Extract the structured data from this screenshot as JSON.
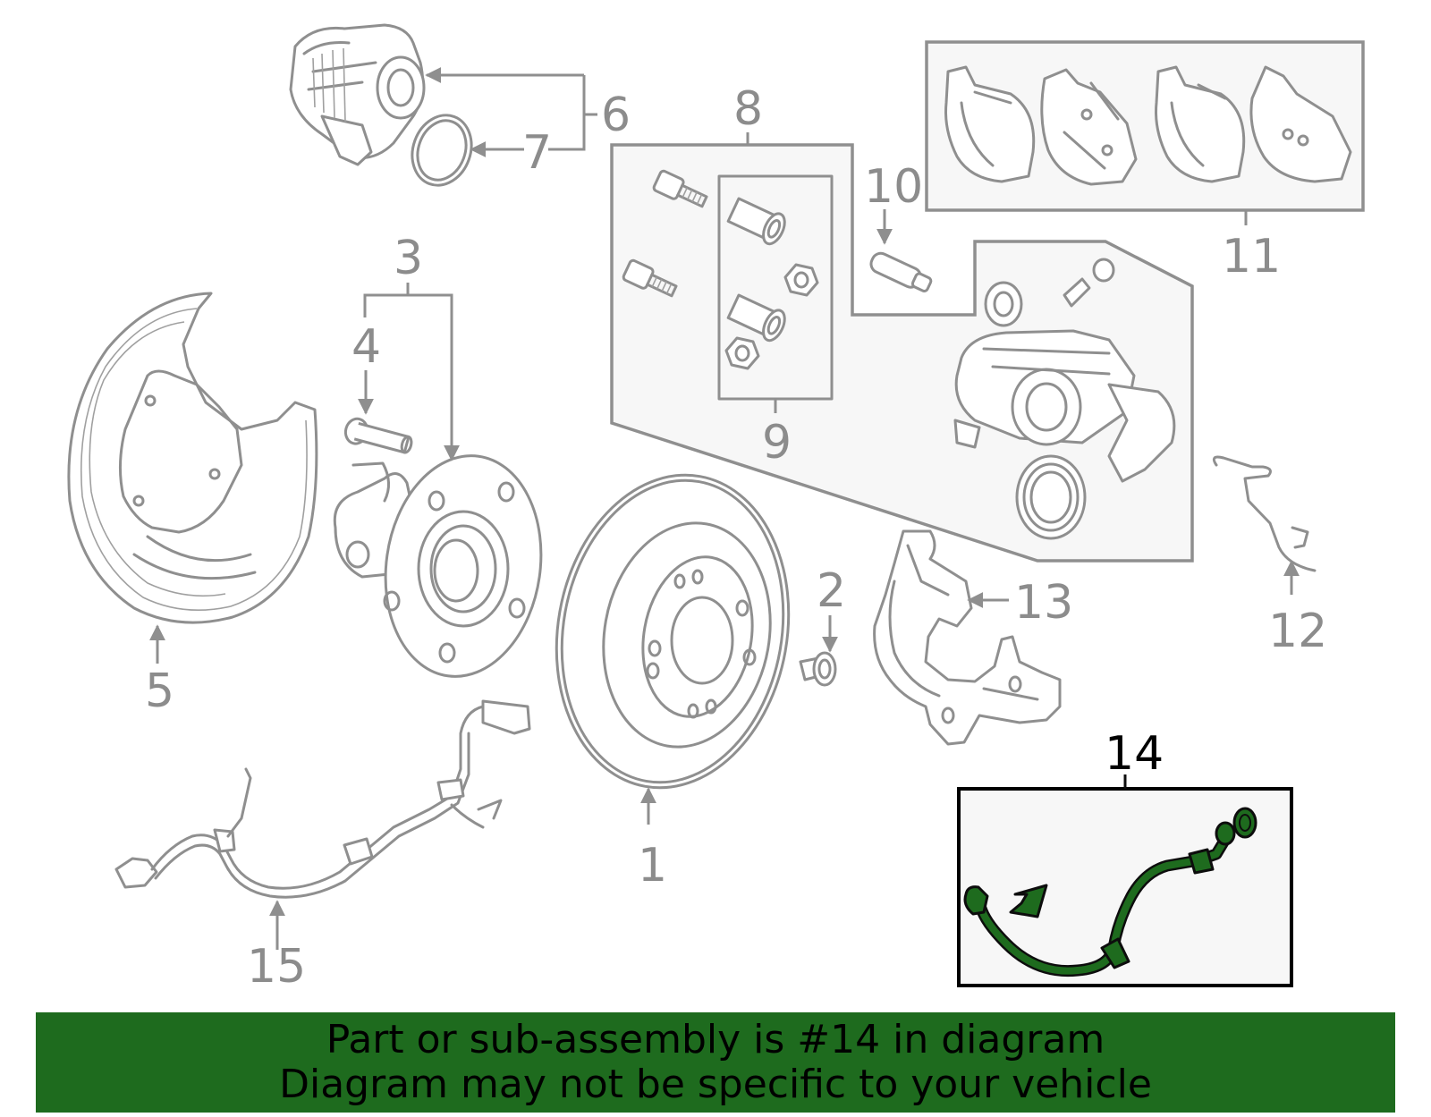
{
  "callouts": {
    "c1": "1",
    "c2": "2",
    "c3": "3",
    "c4": "4",
    "c5": "5",
    "c6": "6",
    "c7": "7",
    "c8": "8",
    "c9": "9",
    "c10": "10",
    "c11": "11",
    "c12": "12",
    "c13": "13",
    "c14": "14",
    "c15": "15"
  },
  "highlighted_part": "14",
  "banner": {
    "line1": "Part or sub-assembly is #14 in diagram",
    "line2": "Diagram may not be specific to your vehicle"
  },
  "colors": {
    "highlight_part": "#1e6b1e",
    "banner_background": "#1e6b1e",
    "banner_text": "#000000",
    "parts_outline": "#8f8f8f",
    "box_fill": "#f7f7f7"
  }
}
